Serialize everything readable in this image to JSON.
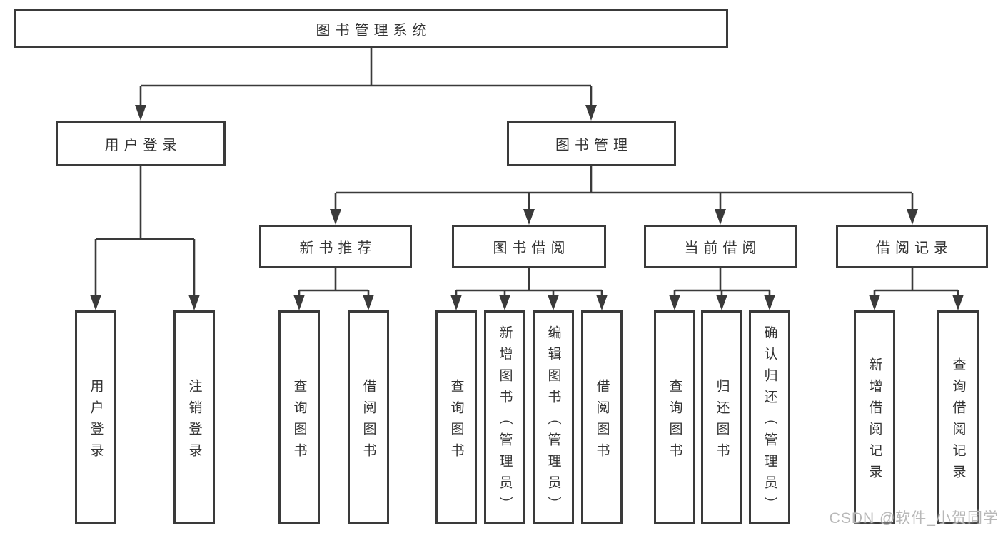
{
  "diagram": {
    "root": {
      "label": "图书管理系统"
    },
    "branches": [
      {
        "label": "用户登录",
        "children": [
          {
            "label": "用户登录"
          },
          {
            "label": "注销登录"
          }
        ]
      },
      {
        "label": "图书管理",
        "groups": [
          {
            "label": "新书推荐",
            "children": [
              {
                "label": "查询图书"
              },
              {
                "label": "借阅图书"
              }
            ]
          },
          {
            "label": "图书借阅",
            "children": [
              {
                "label": "查询图书"
              },
              {
                "label": "新增图书（管理员）"
              },
              {
                "label": "编辑图书（管理员）"
              },
              {
                "label": "借阅图书"
              }
            ]
          },
          {
            "label": "当前借阅",
            "children": [
              {
                "label": "查询图书"
              },
              {
                "label": "归还图书"
              },
              {
                "label": "确认归还（管理员）"
              }
            ]
          },
          {
            "label": "借阅记录",
            "children": [
              {
                "label": "新增借阅记录"
              },
              {
                "label": "查询借阅记录"
              }
            ]
          }
        ]
      }
    ]
  },
  "watermark": {
    "text": "CSDN @软件_小贺同学"
  },
  "colors": {
    "line": "#3a3a3a",
    "text": "#333333",
    "watermark": "#b8b8b8",
    "background": "#ffffff"
  }
}
